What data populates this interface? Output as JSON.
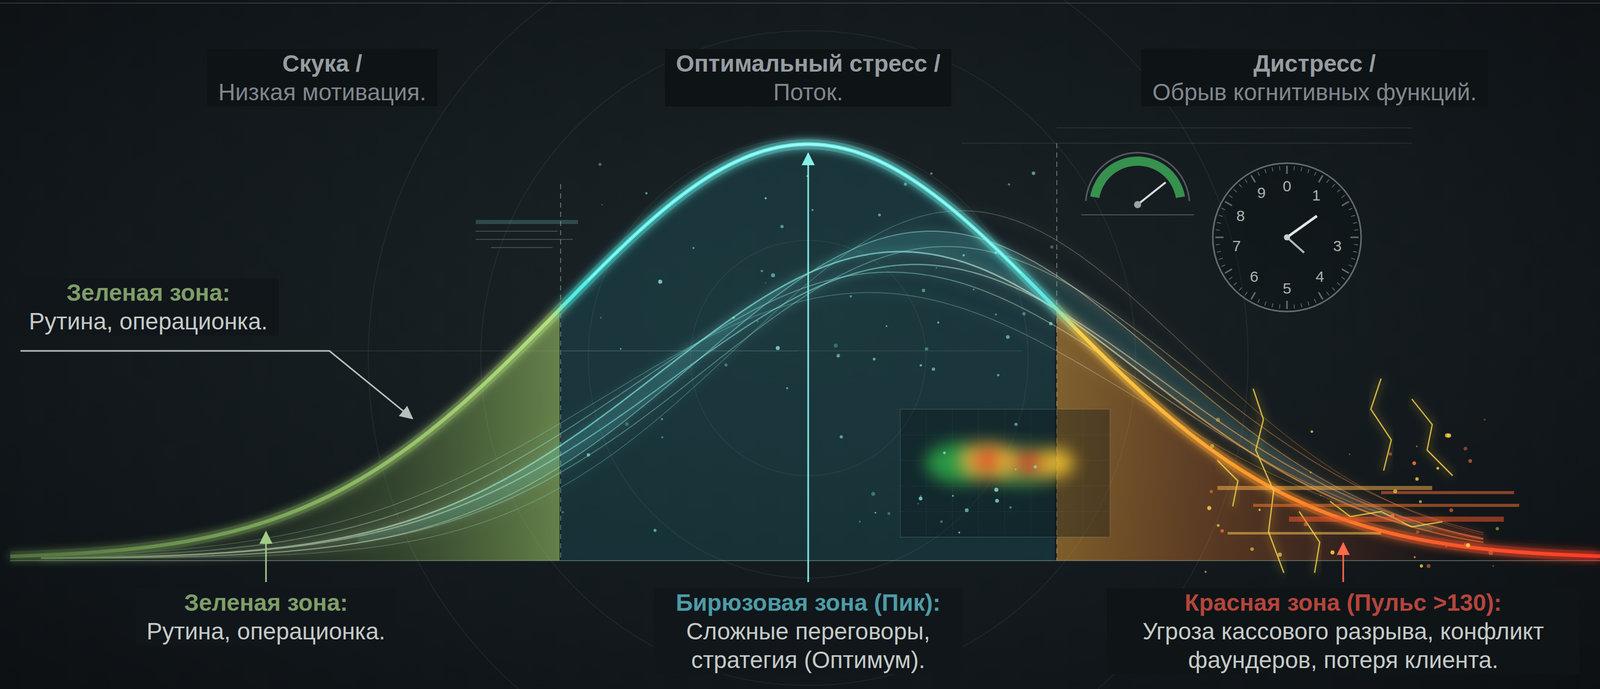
{
  "diagram": {
    "labels": [
      "Скука /",
      "Низкая мотивация.",
      "Оптимальный стресс /",
      "Поток.",
      "Дистресс /",
      "Обрыв когнитивных функций.",
      "Зеленая зона:",
      "Рутина, операционка.",
      "Зеленая зона:",
      "Рутина, операционка.",
      "Бирюзовая зона (Пик):",
      "Сложные переговоры, стратегия (Оптимум).",
      "Красная зона (Пульс >130):",
      "Угроза кассового разрыва, конфликт фаундеров, потеря клиента.",
      "9",
      "0",
      "1",
      "8",
      "7",
      "6",
      "5",
      "4",
      "3"
    ]
  }
}
